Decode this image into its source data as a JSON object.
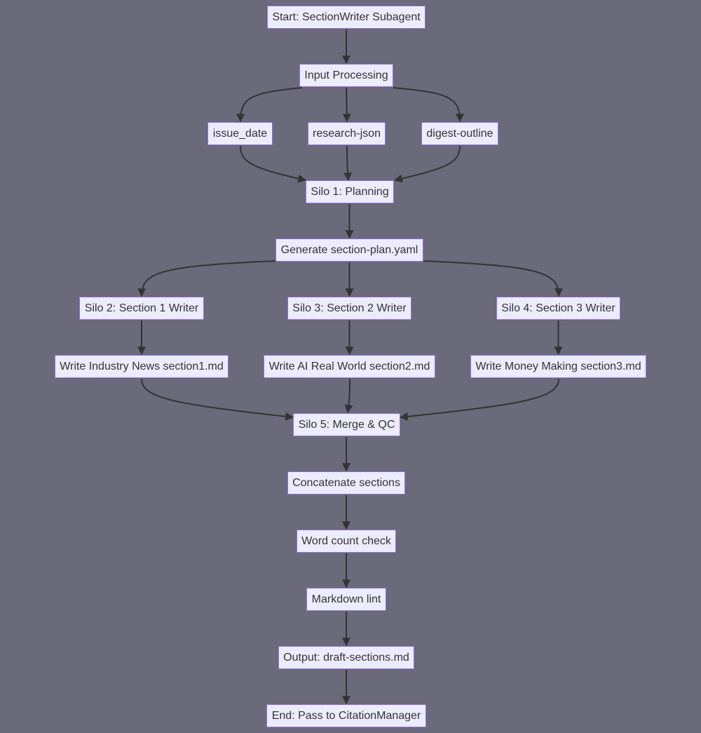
{
  "diagram": {
    "type": "flowchart",
    "colors": {
      "background": "#6a6a7a",
      "node_fill": "#ECECFF",
      "node_stroke": "#9370DB",
      "edge": "#333333"
    },
    "nodes": [
      {
        "id": "start",
        "label": "Start: SectionWriter Subagent"
      },
      {
        "id": "input",
        "label": "Input Processing"
      },
      {
        "id": "issue",
        "label": "issue_date"
      },
      {
        "id": "research",
        "label": "research-json"
      },
      {
        "id": "digest",
        "label": "digest-outline"
      },
      {
        "id": "silo1",
        "label": "Silo 1: Planning"
      },
      {
        "id": "plan",
        "label": "Generate section-plan.yaml"
      },
      {
        "id": "silo2",
        "label": "Silo 2: Section 1 Writer"
      },
      {
        "id": "silo3",
        "label": "Silo 3: Section 2 Writer"
      },
      {
        "id": "silo4",
        "label": "Silo 4: Section 3 Writer"
      },
      {
        "id": "w1",
        "label": "Write Industry News section1.md"
      },
      {
        "id": "w2",
        "label": "Write AI Real World section2.md"
      },
      {
        "id": "w3",
        "label": "Write Money Making section3.md"
      },
      {
        "id": "silo5",
        "label": "Silo 5: Merge & QC"
      },
      {
        "id": "concat",
        "label": "Concatenate sections"
      },
      {
        "id": "word",
        "label": "Word count check"
      },
      {
        "id": "lint",
        "label": "Markdown lint"
      },
      {
        "id": "output",
        "label": "Output: draft-sections.md"
      },
      {
        "id": "end",
        "label": "End: Pass to CitationManager"
      }
    ],
    "edges": [
      [
        "start",
        "input"
      ],
      [
        "input",
        "issue"
      ],
      [
        "input",
        "research"
      ],
      [
        "input",
        "digest"
      ],
      [
        "issue",
        "silo1"
      ],
      [
        "research",
        "silo1"
      ],
      [
        "digest",
        "silo1"
      ],
      [
        "silo1",
        "plan"
      ],
      [
        "plan",
        "silo2"
      ],
      [
        "plan",
        "silo3"
      ],
      [
        "plan",
        "silo4"
      ],
      [
        "silo2",
        "w1"
      ],
      [
        "silo3",
        "w2"
      ],
      [
        "silo4",
        "w3"
      ],
      [
        "w1",
        "silo5"
      ],
      [
        "w2",
        "silo5"
      ],
      [
        "w3",
        "silo5"
      ],
      [
        "silo5",
        "concat"
      ],
      [
        "concat",
        "word"
      ],
      [
        "word",
        "lint"
      ],
      [
        "lint",
        "output"
      ],
      [
        "output",
        "end"
      ]
    ]
  }
}
